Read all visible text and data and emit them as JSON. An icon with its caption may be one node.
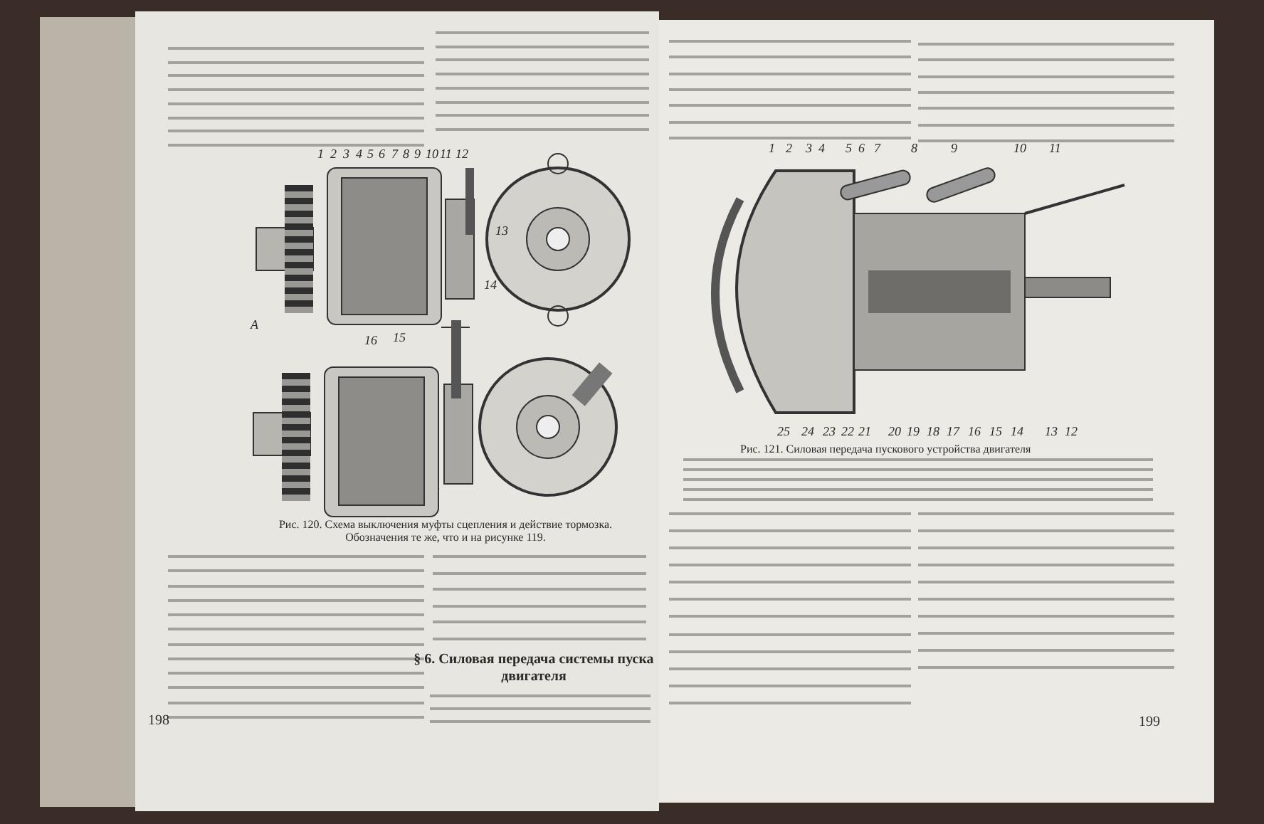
{
  "diagram": {
    "labels": [
      "1",
      "2",
      "3",
      "4",
      "5",
      "6",
      "7",
      "8",
      "9",
      "10",
      "11",
      "12",
      "13",
      "14",
      "А",
      "16",
      "15",
      "Рис. 120. Схема выключения муфты сцепления и действие тормозка. Обозначения те же, что и на рисунке 119.",
      "1",
      "2",
      "3",
      "4",
      "5",
      "6",
      "7",
      "8",
      "9",
      "10",
      "11",
      "25",
      "24",
      "23",
      "22",
      "21",
      "20",
      "19",
      "18",
      "17",
      "16",
      "15",
      "14",
      "13",
      "12",
      "Рис. 121. Силовая передача пускового устройства двигателя",
      "§ 6. Силовая передача системы пуска двигателя",
      "198",
      "199"
    ]
  }
}
